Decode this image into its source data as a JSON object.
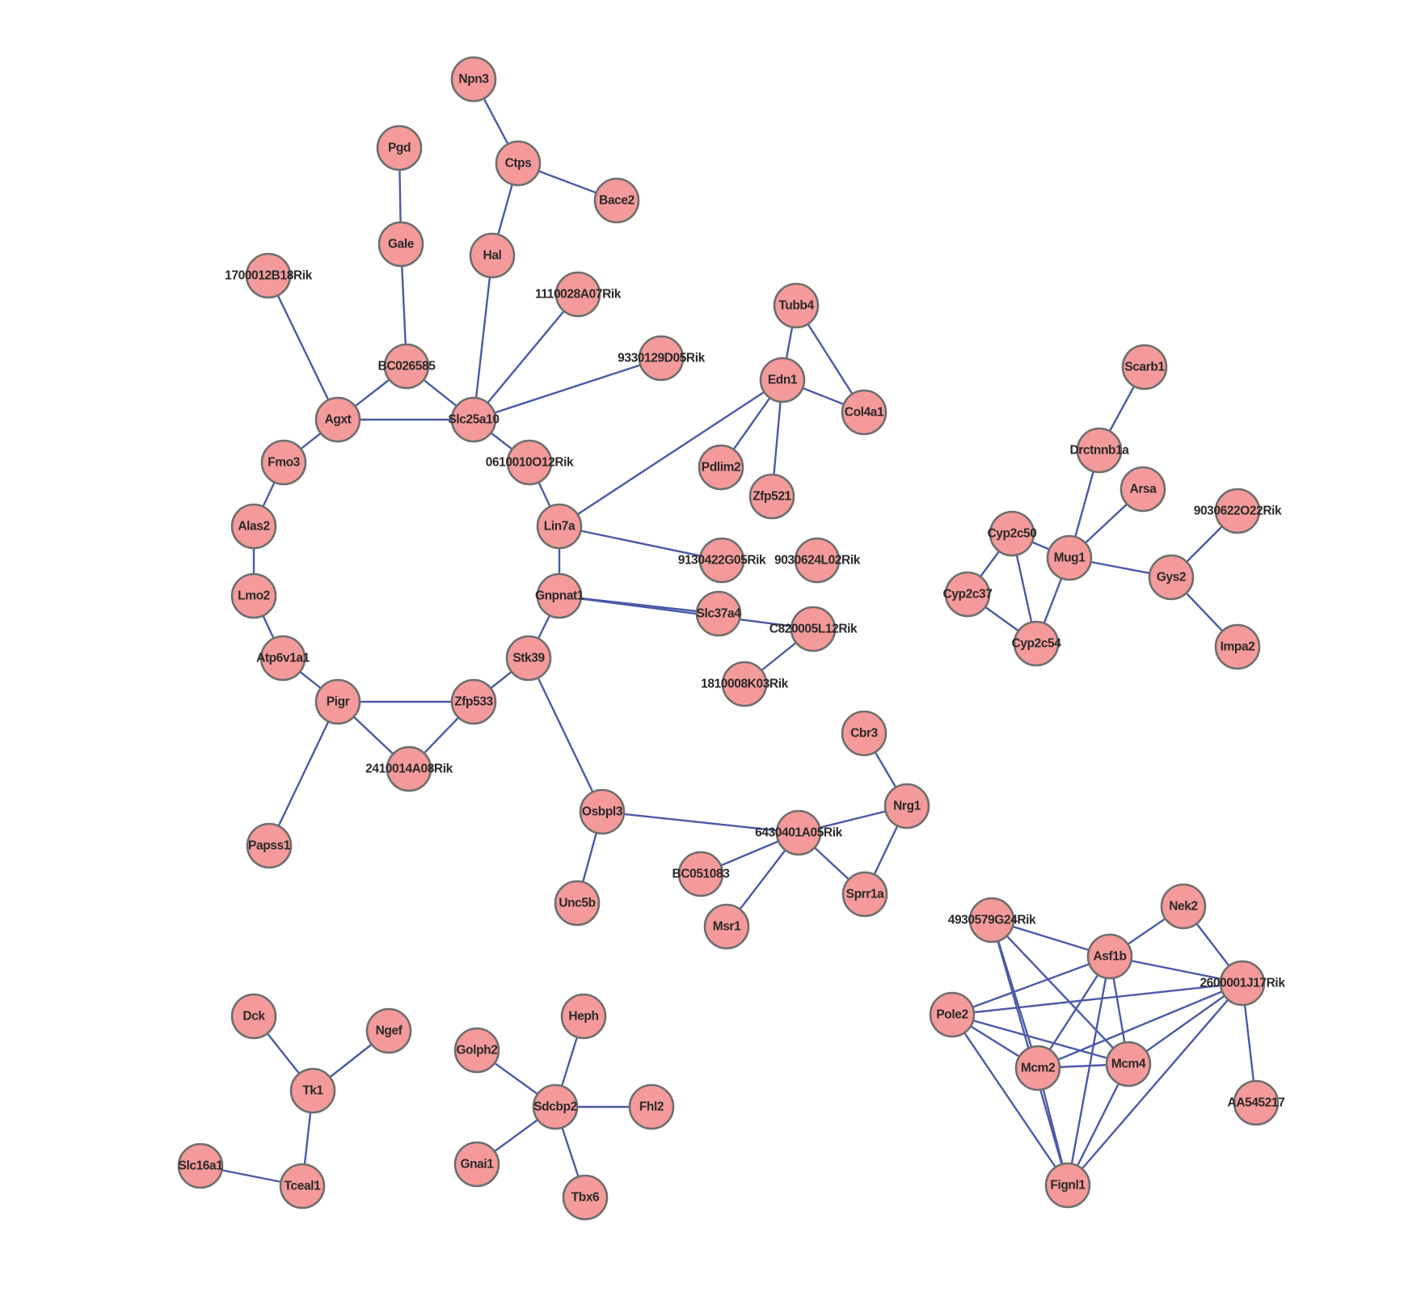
{
  "colors": {
    "node_fill": "#f49a9a",
    "node_stroke": "#6e6e6e",
    "edge": "#4a5aa8",
    "label": "#2a2a2a",
    "background": "#ffffff"
  },
  "nodes": [
    {
      "id": "Npn3",
      "label": "Npn3"
    },
    {
      "id": "Ctps",
      "label": "Ctps"
    },
    {
      "id": "Bace2",
      "label": "Bace2"
    },
    {
      "id": "Pgd",
      "label": "Pgd"
    },
    {
      "id": "Gale",
      "label": "Gale"
    },
    {
      "id": "Hal",
      "label": "Hal"
    },
    {
      "id": "1700012B18Rik",
      "label": "1700012B18Rik"
    },
    {
      "id": "1110028A07Rik",
      "label": "1110028A07Rik"
    },
    {
      "id": "BC026585",
      "label": "BC026585"
    },
    {
      "id": "9330129D05Rik",
      "label": "9330129D05Rik"
    },
    {
      "id": "Agxt",
      "label": "Agxt"
    },
    {
      "id": "Slc25a10",
      "label": "Slc25a10"
    },
    {
      "id": "Fmo3",
      "label": "Fmo3"
    },
    {
      "id": "0610010O12Rik",
      "label": "0610010O12Rik"
    },
    {
      "id": "Alas2",
      "label": "Alas2"
    },
    {
      "id": "Lin7a",
      "label": "Lin7a"
    },
    {
      "id": "Lmo2",
      "label": "Lmo2"
    },
    {
      "id": "Gnpnat1",
      "label": "Gnpnat1"
    },
    {
      "id": "Atp6v1a1",
      "label": "Atp6v1a1"
    },
    {
      "id": "Stk39",
      "label": "Stk39"
    },
    {
      "id": "Pigr",
      "label": "Pigr"
    },
    {
      "id": "Zfp533",
      "label": "Zfp533"
    },
    {
      "id": "2410014A08Rik",
      "label": "2410014A08Rik"
    },
    {
      "id": "Papss1",
      "label": "Papss1"
    },
    {
      "id": "Tubb4",
      "label": "Tubb4"
    },
    {
      "id": "Edn1",
      "label": "Edn1"
    },
    {
      "id": "Col4a1",
      "label": "Col4a1"
    },
    {
      "id": "Pdlim2",
      "label": "Pdlim2"
    },
    {
      "id": "Zfp521",
      "label": "Zfp521"
    },
    {
      "id": "9130422G05Rik",
      "label": "9130422G05Rik"
    },
    {
      "id": "9030624L02Rik",
      "label": "9030624L02Rik"
    },
    {
      "id": "Slc37a4",
      "label": "Slc37a4"
    },
    {
      "id": "C820005L12Rik",
      "label": "C820005L12Rik"
    },
    {
      "id": "1810008K03Rik",
      "label": "1810008K03Rik"
    },
    {
      "id": "Scarb1",
      "label": "Scarb1"
    },
    {
      "id": "Drctnnb1a",
      "label": "Drctnnb1a"
    },
    {
      "id": "Arsa",
      "label": "Arsa"
    },
    {
      "id": "9030622O22Rik",
      "label": "9030622O22Rik"
    },
    {
      "id": "Cyp2c50",
      "label": "Cyp2c50"
    },
    {
      "id": "Mug1",
      "label": "Mug1"
    },
    {
      "id": "Gys2",
      "label": "Gys2"
    },
    {
      "id": "Cyp2c37",
      "label": "Cyp2c37"
    },
    {
      "id": "Cyp2c54",
      "label": "Cyp2c54"
    },
    {
      "id": "Impa2",
      "label": "Impa2"
    },
    {
      "id": "Cbr3",
      "label": "Cbr3"
    },
    {
      "id": "Nrg1",
      "label": "Nrg1"
    },
    {
      "id": "Osbpl3",
      "label": "Osbpl3"
    },
    {
      "id": "6430401A05Rik",
      "label": "6430401A05Rik"
    },
    {
      "id": "BC051083",
      "label": "BC051083"
    },
    {
      "id": "Sprr1a",
      "label": "Sprr1a"
    },
    {
      "id": "Unc5b",
      "label": "Unc5b"
    },
    {
      "id": "Msr1",
      "label": "Msr1"
    },
    {
      "id": "Nek2",
      "label": "Nek2"
    },
    {
      "id": "4930579G24Rik",
      "label": "4930579G24Rik"
    },
    {
      "id": "Asf1b",
      "label": "Asf1b"
    },
    {
      "id": "2600001J17Rik",
      "label": "2600001J17Rik"
    },
    {
      "id": "Pole2",
      "label": "Pole2"
    },
    {
      "id": "Mcm2",
      "label": "Mcm2"
    },
    {
      "id": "Mcm4",
      "label": "Mcm4"
    },
    {
      "id": "AA545217",
      "label": "AA545217"
    },
    {
      "id": "Fignl1",
      "label": "Fignl1"
    },
    {
      "id": "Dck",
      "label": "Dck"
    },
    {
      "id": "Ngef",
      "label": "Ngef"
    },
    {
      "id": "Tk1",
      "label": "Tk1"
    },
    {
      "id": "Slc16a1",
      "label": "Slc16a1"
    },
    {
      "id": "Tceal1",
      "label": "Tceal1"
    },
    {
      "id": "Heph",
      "label": "Heph"
    },
    {
      "id": "Golph2",
      "label": "Golph2"
    },
    {
      "id": "Sdcbp2",
      "label": "Sdcbp2"
    },
    {
      "id": "Fhl2",
      "label": "Fhl2"
    },
    {
      "id": "Gnai1",
      "label": "Gnai1"
    },
    {
      "id": "Tbx6",
      "label": "Tbx6"
    }
  ],
  "edges": [
    [
      "Npn3",
      "Ctps"
    ],
    [
      "Ctps",
      "Bace2"
    ],
    [
      "Ctps",
      "Hal"
    ],
    [
      "Pgd",
      "Gale"
    ],
    [
      "Gale",
      "BC026585"
    ],
    [
      "Hal",
      "Slc25a10"
    ],
    [
      "1110028A07Rik",
      "Slc25a10"
    ],
    [
      "9330129D05Rik",
      "Slc25a10"
    ],
    [
      "1700012B18Rik",
      "Agxt"
    ],
    [
      "BC026585",
      "Agxt"
    ],
    [
      "BC026585",
      "Slc25a10"
    ],
    [
      "Agxt",
      "Slc25a10"
    ],
    [
      "Agxt",
      "Fmo3"
    ],
    [
      "Slc25a10",
      "0610010O12Rik"
    ],
    [
      "Fmo3",
      "Alas2"
    ],
    [
      "Alas2",
      "Lmo2"
    ],
    [
      "Lmo2",
      "Atp6v1a1"
    ],
    [
      "Atp6v1a1",
      "Pigr"
    ],
    [
      "0610010O12Rik",
      "Lin7a"
    ],
    [
      "Lin7a",
      "Gnpnat1"
    ],
    [
      "Lin7a",
      "Edn1"
    ],
    [
      "Lin7a",
      "9130422G05Rik"
    ],
    [
      "Gnpnat1",
      "Stk39"
    ],
    [
      "Gnpnat1",
      "Slc37a4"
    ],
    [
      "Gnpnat1",
      "C820005L12Rik"
    ],
    [
      "Stk39",
      "Zfp533"
    ],
    [
      "Stk39",
      "Osbpl3"
    ],
    [
      "Pigr",
      "Zfp533"
    ],
    [
      "Pigr",
      "2410014A08Rik"
    ],
    [
      "Zfp533",
      "2410014A08Rik"
    ],
    [
      "Pigr",
      "Papss1"
    ],
    [
      "Tubb4",
      "Edn1"
    ],
    [
      "Tubb4",
      "Col4a1"
    ],
    [
      "Edn1",
      "Col4a1"
    ],
    [
      "Edn1",
      "Pdlim2"
    ],
    [
      "Edn1",
      "Zfp521"
    ],
    [
      "C820005L12Rik",
      "1810008K03Rik"
    ],
    [
      "Scarb1",
      "Drctnnb1a"
    ],
    [
      "Drctnnb1a",
      "Mug1"
    ],
    [
      "Arsa",
      "Mug1"
    ],
    [
      "Cyp2c50",
      "Mug1"
    ],
    [
      "Mug1",
      "Gys2"
    ],
    [
      "Mug1",
      "Cyp2c54"
    ],
    [
      "Cyp2c50",
      "Cyp2c37"
    ],
    [
      "Cyp2c50",
      "Cyp2c54"
    ],
    [
      "Cyp2c37",
      "Cyp2c54"
    ],
    [
      "9030622O22Rik",
      "Gys2"
    ],
    [
      "Gys2",
      "Impa2"
    ],
    [
      "Cbr3",
      "Nrg1"
    ],
    [
      "Nrg1",
      "6430401A05Rik"
    ],
    [
      "Nrg1",
      "Sprr1a"
    ],
    [
      "Osbpl3",
      "6430401A05Rik"
    ],
    [
      "Osbpl3",
      "Unc5b"
    ],
    [
      "6430401A05Rik",
      "BC051083"
    ],
    [
      "6430401A05Rik",
      "Sprr1a"
    ],
    [
      "6430401A05Rik",
      "Msr1"
    ],
    [
      "Nek2",
      "Asf1b"
    ],
    [
      "Nek2",
      "2600001J17Rik"
    ],
    [
      "4930579G24Rik",
      "Asf1b"
    ],
    [
      "4930579G24Rik",
      "Mcm2"
    ],
    [
      "4930579G24Rik",
      "Mcm4"
    ],
    [
      "4930579G24Rik",
      "Fignl1"
    ],
    [
      "Asf1b",
      "2600001J17Rik"
    ],
    [
      "Asf1b",
      "Pole2"
    ],
    [
      "Asf1b",
      "Mcm2"
    ],
    [
      "Asf1b",
      "Mcm4"
    ],
    [
      "Asf1b",
      "Fignl1"
    ],
    [
      "2600001J17Rik",
      "Pole2"
    ],
    [
      "2600001J17Rik",
      "Mcm2"
    ],
    [
      "2600001J17Rik",
      "Mcm4"
    ],
    [
      "2600001J17Rik",
      "Fignl1"
    ],
    [
      "2600001J17Rik",
      "AA545217"
    ],
    [
      "Pole2",
      "Mcm2"
    ],
    [
      "Pole2",
      "Mcm4"
    ],
    [
      "Pole2",
      "Fignl1"
    ],
    [
      "Mcm2",
      "Mcm4"
    ],
    [
      "Mcm2",
      "Fignl1"
    ],
    [
      "Mcm4",
      "Fignl1"
    ],
    [
      "Dck",
      "Tk1"
    ],
    [
      "Ngef",
      "Tk1"
    ],
    [
      "Tk1",
      "Tceal1"
    ],
    [
      "Slc16a1",
      "Tceal1"
    ],
    [
      "Heph",
      "Sdcbp2"
    ],
    [
      "Golph2",
      "Sdcbp2"
    ],
    [
      "Sdcbp2",
      "Fhl2"
    ],
    [
      "Sdcbp2",
      "Gnai1"
    ],
    [
      "Sdcbp2",
      "Tbx6"
    ]
  ]
}
